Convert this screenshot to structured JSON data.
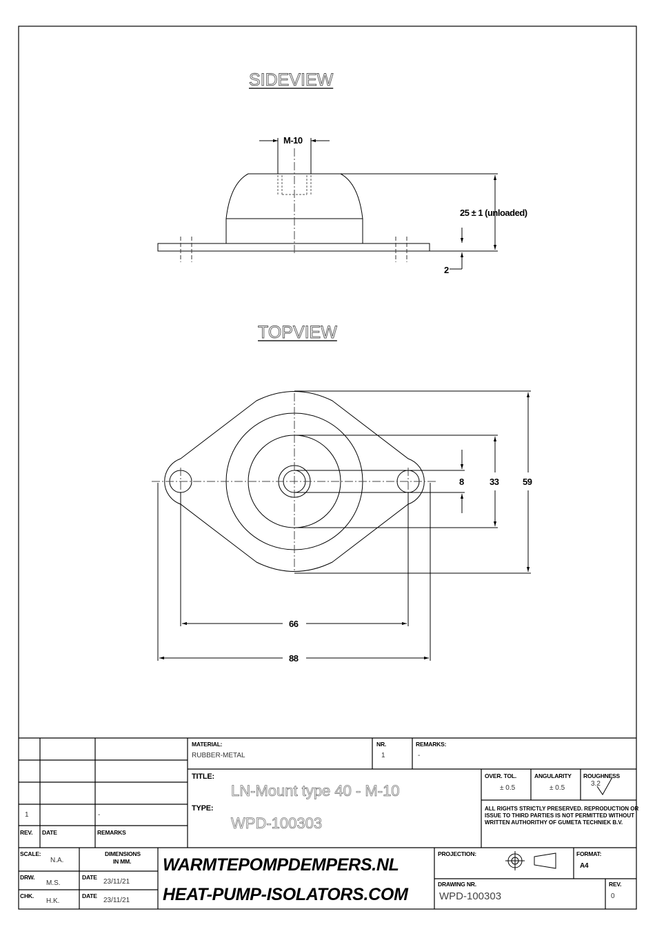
{
  "views": {
    "sideview_title": "SIDEVIEW",
    "topview_title": "TOPVIEW"
  },
  "dimensions": {
    "thread": "M-10",
    "height": "25 ± 1 (unloaded)",
    "plate": "2",
    "hole": "8",
    "inner": "33",
    "outer": "59",
    "hole_spacing": "66",
    "length": "88"
  },
  "revision_table": {
    "rows": [
      {
        "rev": "",
        "date": "",
        "remarks": ""
      },
      {
        "rev": "",
        "date": "",
        "remarks": ""
      },
      {
        "rev": "",
        "date": "",
        "remarks": ""
      },
      {
        "rev": "1",
        "date": "",
        "remarks": "-"
      }
    ],
    "header": {
      "rev": "REV.",
      "date": "DATE",
      "remarks": "REMARKS"
    }
  },
  "material": {
    "label": "MATERIAL:",
    "value": "RUBBER-METAL"
  },
  "nr": {
    "label": "NR.",
    "value": "1"
  },
  "remarks": {
    "label": "REMARKS:",
    "value": "-"
  },
  "title": {
    "label": "TITLE:",
    "value": "LN-Mount type 40 - M-10"
  },
  "type": {
    "label": "TYPE:",
    "value": "WPD-100303"
  },
  "tolerances": {
    "overall_label": "OVER. TOL.",
    "overall_value": "± 0.5",
    "angularity_label": "ANGULARITY",
    "angularity_value": "± 0.5",
    "roughness_label": "ROUGHNESS",
    "roughness_value": "3.2"
  },
  "rights": "ALL RIGHTS STRICTLY PRESERVED. REPRODUCTION OR ISSUE TO THIRD PARTIES IS NOT PERMITTED WITHOUT WRITTEN AUTHORITHY OF GUMETA TECHNIEK B.V.",
  "scale": {
    "label": "SCALE:",
    "value": "N.A."
  },
  "units": {
    "label_line1": "DIMENSIONS",
    "label_line2": "IN MM."
  },
  "drawn": {
    "label": "DRW.",
    "value": "M.S.",
    "date_label": "DATE",
    "date": "23/11/21"
  },
  "checked": {
    "label": "CHK.",
    "value": "H.K.",
    "date_label": "DATE",
    "date": "23/11/21"
  },
  "brand": {
    "line1": "WARMTEPOMPDEMPERS.NL",
    "line2": "HEAT-PUMP-ISOLATORS.COM"
  },
  "projection": {
    "label": "PROJECTION:"
  },
  "format": {
    "label": "FORMAT:",
    "value": "A4"
  },
  "drawing_nr": {
    "label": "DRAWING NR.",
    "value": "WPD-100303"
  },
  "rev": {
    "label": "REV.",
    "value": "0"
  }
}
